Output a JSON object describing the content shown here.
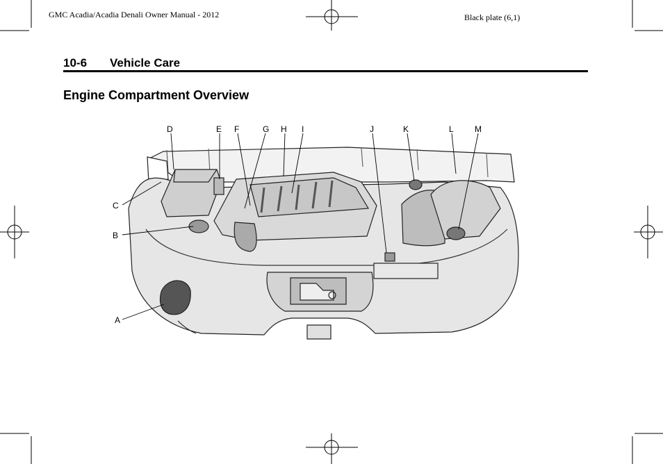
{
  "header": {
    "manual_title": "GMC Acadia/Acadia Denali Owner Manual - 2012",
    "plate": "Black plate (6,1)"
  },
  "section": {
    "number": "10-6",
    "name": "Vehicle Care"
  },
  "page_title": "Engine Compartment Overview",
  "figure": {
    "callouts_top": [
      "D",
      "E",
      "F",
      "G",
      "H",
      "I",
      "J",
      "K",
      "L",
      "M"
    ],
    "callouts_left": [
      "C",
      "B",
      "A"
    ]
  }
}
